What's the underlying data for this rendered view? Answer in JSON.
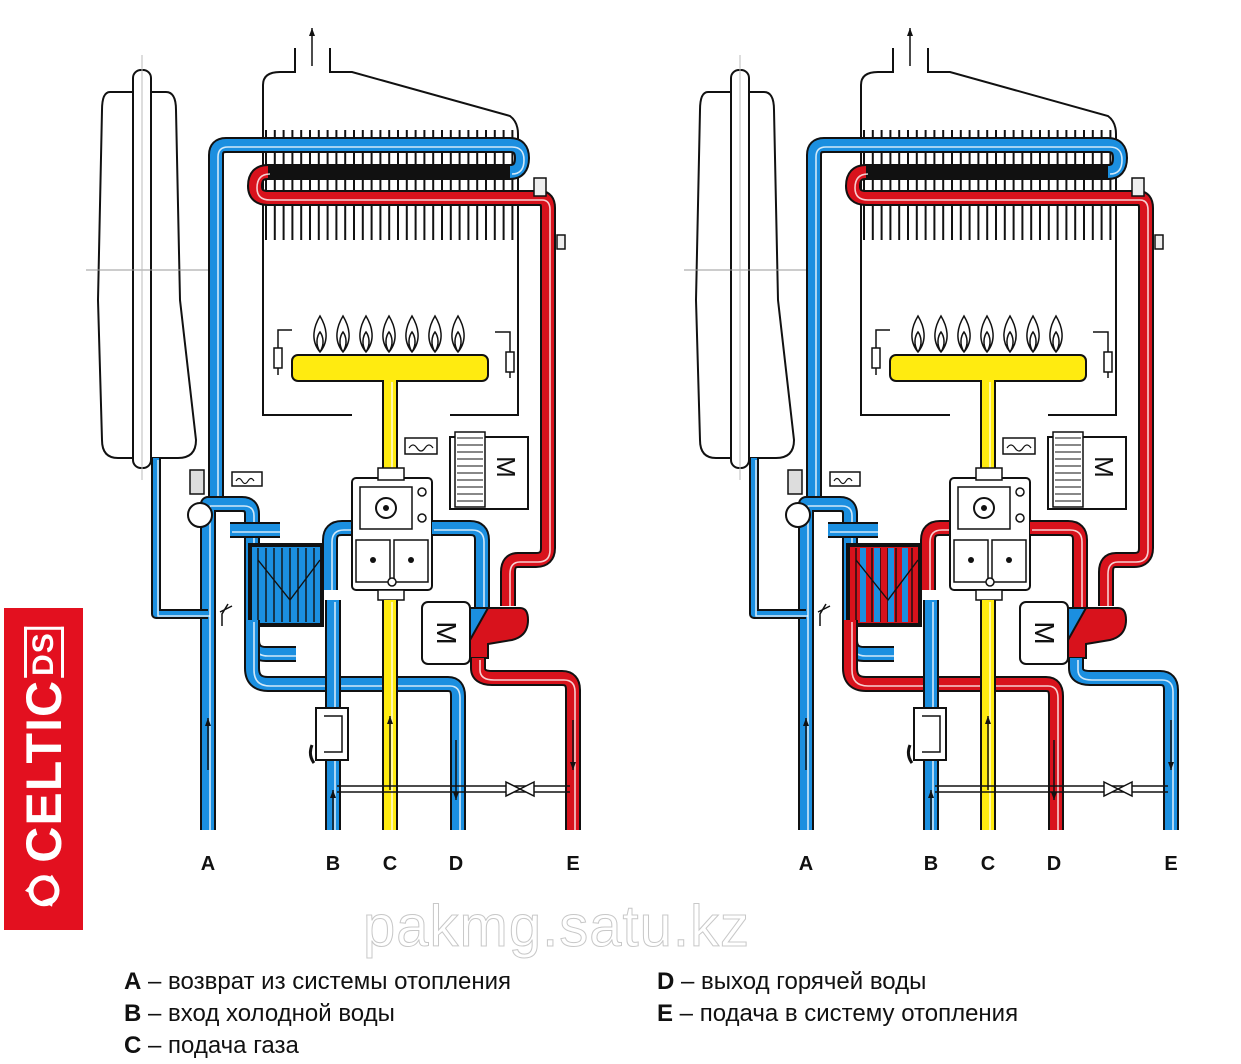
{
  "brand": {
    "name": "CELTIC",
    "suffix": "DS",
    "icon": "recycle-arrows-icon",
    "color": "#e3101f"
  },
  "watermark": "pakmg.satu.kz",
  "colors": {
    "cold_water": "#1b8fe0",
    "hot_water": "#d8121c",
    "gas": "#ffeb10",
    "outline": "#111111"
  },
  "diagrams": [
    {
      "id": "left",
      "mode": "hot-water (DHW) mode",
      "heat_exchanger_plate": "cold",
      "three_way_valve_out_D_E": [
        "cold",
        "hot"
      ],
      "ports": [
        {
          "key": "A",
          "pipe": "cold",
          "flow": "up"
        },
        {
          "key": "B",
          "pipe": "cold",
          "flow": "up"
        },
        {
          "key": "C",
          "pipe": "gas",
          "flow": "up"
        },
        {
          "key": "D",
          "pipe": "cold",
          "flow": "down"
        },
        {
          "key": "E",
          "pipe": "hot",
          "flow": "down"
        }
      ]
    },
    {
      "id": "right",
      "mode": "heating mode",
      "heat_exchanger_plate": "hot",
      "three_way_valve_out_D_E": [
        "hot",
        "cold"
      ],
      "ports": [
        {
          "key": "A",
          "pipe": "cold",
          "flow": "up"
        },
        {
          "key": "B",
          "pipe": "cold",
          "flow": "up"
        },
        {
          "key": "C",
          "pipe": "gas",
          "flow": "up"
        },
        {
          "key": "D",
          "pipe": "hot",
          "flow": "down"
        },
        {
          "key": "E",
          "pipe": "cold",
          "flow": "down"
        }
      ]
    }
  ],
  "components": {
    "motor_label": "M",
    "flame_count": 7
  },
  "legend": {
    "left": [
      {
        "key": "A",
        "text": " – возврат из системы отопления"
      },
      {
        "key": "B",
        "text": " – вход холодной воды"
      },
      {
        "key": "C",
        "text": " – подача газа"
      }
    ],
    "right": [
      {
        "key": "D",
        "text": " – выход горячей воды"
      },
      {
        "key": "E",
        "text": " – подача в систему отопления"
      }
    ]
  }
}
